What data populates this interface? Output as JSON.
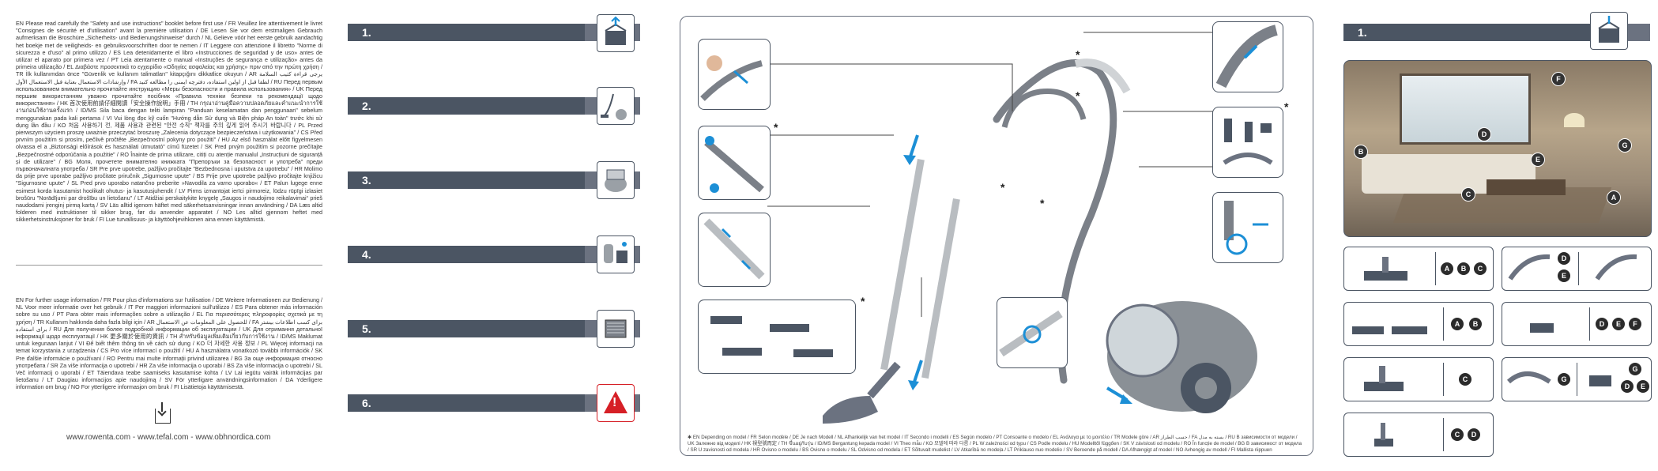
{
  "intro": {
    "safety_text": "EN Please read carefully the \"Safety and use instructions\" booklet before first use / FR Veuillez lire attentivement le livret \"Consignes de sécurité et d'utilisation\" avant la première utilisation / DE Lesen Sie vor dem erstmaligen Gebrauch aufmerksam die Broschüre „Sicherheits- und Bedienungshinweise“ durch / NL Gelieve vóór het eerste gebruik aandachtig het boekje met de veiligheids- en gebruiksvoorschriften door te nemen / IT Leggere con attenzione il libretto \"Norme di sicurezza e d'uso\" al primo utilizzo / ES Lea detenidamente el libro «Instrucciones de seguridad y de uso» antes de utilizar el aparato por primera vez / PT Leia atentamente o manual «Instruções de segurança e utilização» antes da primeira utilização / EL Διαβάστε προσεκτικά το εγχειρίδιο «Οδηγίες ασφαλείας και χρήσης» πριν από την πρώτη χρήση / TR İlk kullanımdan önce \"Güvenlik ve kullanım talimatları\" kitapçığını dikkatlice okuyun / AR يرجى قراءة كتيب السلامة وإرشادات الاستعمال بعناية قبل الاستعمال الأول / FA لطفا قبل از اولین استفاده، دفترچه ایمنی را مطالعه کنید / RU Перед первым использованием внимательно прочитайте инструкцию «Меры безопасности и правила использования» / UK Перед першим використанням уважно прочитайте посібник «Правила техніки безпеки та рекомендації щодо використання» / HK 首次使用前請仔細閱讀「安全操作說明」手冊 / TH กรุณาอ่านคู่มือความปลอดภัยและคำแนะนำการใช้งานก่อนใช้งานครั้งแรก / ID/MS Sila baca dengan teliti lampiran \"Panduan keselamatan dan penggunaan\" sebelum menggunakan pada kali pertama / VI Vui lòng đọc kỹ cuốn \"Hướng dẫn Sử dụng và Biện pháp An toàn\" trước khi sử dụng lần đầu / KO 처음 사용하기 전, 제품 사용과 관련된 \"안전 수칙\" 책자를 주의 깊게 읽어 주시기 바랍니다 / PL Przed pierwszym użyciem proszę uważnie przeczytać broszurę „Zalecenia dotyczące bezpieczeństwa i użytkowania” / CS Před prvním použitím si prosím, pečlivě pročtěte „Bezpečnostní pokyny pro použití” / HU Az első használat előtt figyelmesen olvassa el a „Biztonsági előírások és használati útmutató” című füzetet / SK Pred prvým použitím si pozorne prečítajte „Bezpečnostné odporúčania a použitie” / RO Înainte de prima utilizare, citiți cu atenție manualul „Instrucțiuni de siguranță și de utilizare” / BG Моля, прочетете внимателно книжката \"Препоръки за безопасност и употреба\" преди първоначалната употреба / SR Pre prve upotrebe, pažljivo pročitajte \"Bezbednosna i uputstva za upotrebu\" / HR Molimo da prije prve uporabe pažljivo pročitate priručnik „Sigurnosne upute” / BS Prije prve upotrebe pažljivo pročitajte knjižicu \"Sigurnosne upute\" / SL Pred prvo uporabo natančno preberite »Navodila za varno uporabo« / ET Palun lugege enne esimest korda kasutamist hoolikalt ohutus- ja kasutusjuhendit / LV Pirms izmantojat ierīci pirmoreiz, lūdzu rūpīgi izlasiet brošūru \"Norādījumi par drošību un lietošanu\" / LT Atidžiai perskaitykite knygelę „Saugos ir naudojimo reikalavimai“ prieš naudodami įrenginį pirmą kartą / SV Läs alltid igenom häftet med säkerhetsanvisningar innan användning / DA Læs altid folderen med instruktioner til sikker brug, før du anvender apparatet / NO Les alltid gjennom heftet med sikkerhetsinstruksjoner for bruk / FI Lue turvallisuus- ja käyttöohjevihkonen aina ennen käyttämistä.",
    "info_text": "EN For further usage information / FR Pour plus d'informations sur l'utilisation / DE Weitere Informationen zur Bedienung / NL Voor meer informatie over het gebruik / IT Per maggiori informazioni sull'utilizzo / ES Para obtener más información sobre su uso / PT Para obter mais informações sobre a utilização / EL Για περισσότερες πληροφορίες σχετικά με τη χρήση / TR Kullanım hakkında daha fazla bilgi için / AR للحصول على المعلومات عن الاستعمال / FA برای کسب اطلاعات بیشتر برای استفاده / RU Для получения более подробной информации об эксплуатации / UK Для отримання детальної інформації щодо експлуатації / HK 更多關於使用的資訊 / TH สำหรับข้อมูลเพิ่มเติมเกี่ยวกับการใช้งาน / ID/MS Maklumat untuk kegunaan lanjut / VI Để biết thêm thông tin về cách sử dụng / KO 더 자세한 사용 정보 / PL Więcej informacji na temat korzystania z urządzenia / CS Pro více informací o použití / HU A használatra vonatkozó további információk / SK Pre ďalšie informácie o používaní / RO Pentru mai multe informații privind utilizarea / BG За още информация относно употребата / SR Za više informacija o upotrebi / HR Za više informacija o uporabi / BS Za više informacija o upotrebi / SL Več informacij o uporabi / ET Täiendava teabe saamiseks kasutamise kohta / LV Lai iegūtu vairāk informācijas par lietošanu / LT Daugiau informacijos apie naudojimą / SV För ytterligare användningsinformation / DA Yderligere information om brug / NO For ytterligere informasjon om bruk / FI Lisätietoja käyttämisestä.",
    "websites": "www.rowenta.com - www.tefal.com - www.obhnordica.com"
  },
  "steps": [
    {
      "number": "1.",
      "icon": "unpack-box-icon"
    },
    {
      "number": "2.",
      "icon": "vacuum-use-icon"
    },
    {
      "number": "3.",
      "icon": "dust-container-icon"
    },
    {
      "number": "4.",
      "icon": "cleaning-parts-icon"
    },
    {
      "number": "5.",
      "icon": "filter-icon"
    },
    {
      "number": "6.",
      "icon": "warning-icon"
    }
  ],
  "assembly": {
    "asterisk": "*",
    "footnote": "✱ EN Depending on model / FR Selon modèle / DE Je nach Modell / NL Afhankelijk van het model / IT Secondo i modelli / ES Según modelo / PT Consoante o modelo / EL Ανάλογα με το μοντέλο / TR Modele göre / AR حسب الطراز / FA بسته به مدل / RU В зависимости от модели / UK Залежно від моделі / HK 視型號而定 / TH ขึ้นอยู่กับรุ่น / ID/MS Bergantung kepada model / VI Theo mẫu / KO 모델에 따라 다름 / PL W zależności od typu / CS Podle modelu / HU Modelltől függően / SK V závislosti od modelu / RO În funcție de model / BG В зависимост от модела / SR U zavisnosti od modela / HR Ovisno o modelu / BS Ovisno o modelu / SL Odvisno od modela / ET Sõltuvalt mudelist / LV Atkarībā no modeļa / LT Priklauso nuo modelio / SV Beroende på modell / DA Afhængigt af model / NO Avhengig av modell / FI Mallista riippuen"
  },
  "tools": {
    "step_number": "1.",
    "room_badges": [
      "F",
      "D",
      "B",
      "G",
      "E",
      "C",
      "A"
    ],
    "rows": [
      {
        "left": [
          "A",
          "B",
          "C"
        ],
        "right": [
          "D",
          "E"
        ]
      },
      {
        "left": [
          "A",
          "B"
        ],
        "right": [
          "D",
          "E",
          "F"
        ]
      },
      {
        "left": [
          "C"
        ],
        "right": [
          "G",
          "G",
          "D",
          "E"
        ]
      },
      {
        "left": [
          "C",
          "D"
        ],
        "right": []
      }
    ]
  },
  "colors": {
    "step_bar": "#4b5563",
    "warning": "#d61f26",
    "accent_arrow": "#1c8fd6"
  }
}
